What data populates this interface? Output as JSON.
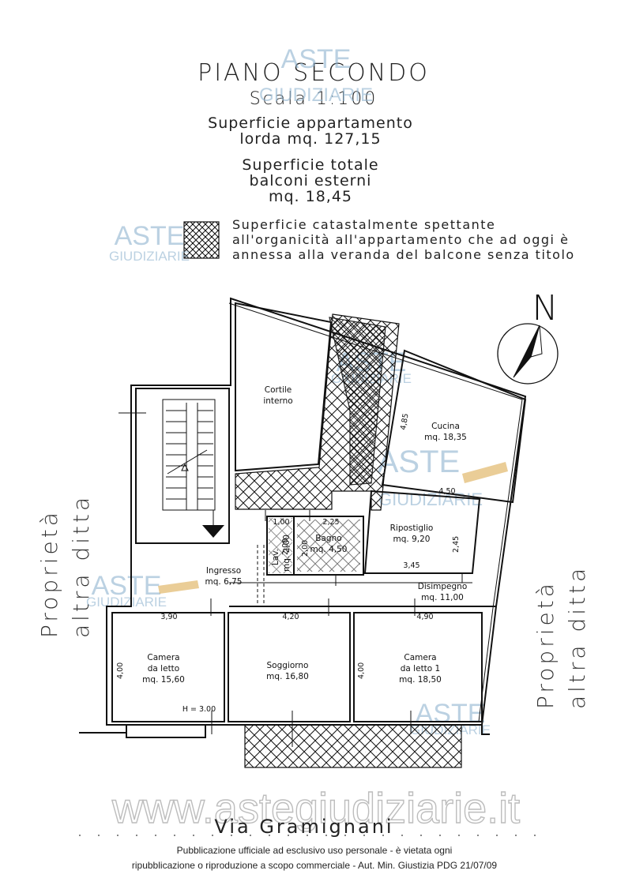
{
  "header": {
    "title": "PIANO SECONDO",
    "scale": "Scala 1:100",
    "surface_line1": "Superficie appartamento",
    "surface_line2": "lorda mq. 127,15",
    "balcony_line1": "Superficie totale",
    "balcony_line2": "balconi esterni",
    "balcony_line3": "mq. 18,45"
  },
  "legend": {
    "line1": "Superficie catastalmente spettante",
    "line2": "all'organicità all'appartamento che ad oggi è",
    "line3": "annessa alla veranda del balcone senza titolo"
  },
  "rooms": {
    "cortile": {
      "name": "Cortile",
      "name2": "interno"
    },
    "cucina": {
      "name": "Cucina",
      "area": "mq. 18,35"
    },
    "ripostiglio": {
      "name": "Ripostiglio",
      "area": "mq. 9,20"
    },
    "bagno": {
      "name": "Bagno",
      "area": "mq. 4,50"
    },
    "lav": {
      "name": "Lav.",
      "area": "mq. 2,00"
    },
    "ingresso": {
      "name": "Ingresso",
      "area": "mq. 6,75"
    },
    "disimpegno": {
      "name": "Disimpegno",
      "area": "mq. 11,00"
    },
    "camera1": {
      "name": "Camera",
      "name2": "da letto",
      "area": "mq. 15,60"
    },
    "soggiorno": {
      "name": "Soggiorno",
      "area": "mq. 16,80"
    },
    "camera2": {
      "name": "Camera",
      "name2": "da letto 1",
      "area": "mq. 18,50"
    }
  },
  "dimensions": {
    "d_485": "4,85",
    "d_450": "4,50",
    "d_245": "2,45",
    "d_345": "3,45",
    "d_100": "1,00",
    "d_225": "2,25",
    "d_200a": "2,00",
    "d_200b": "2,00",
    "d_390": "3,90",
    "d_420": "4,20",
    "d_490": "4,90",
    "d_400a": "4,00",
    "d_400b": "4,00",
    "height": "H = 3.00"
  },
  "labels": {
    "left_property_1": "Proprietà",
    "left_property_2": "altra ditta",
    "right_property_1": "Proprietà",
    "right_property_2": "altra ditta",
    "north": "N",
    "street": "Via Gramignani"
  },
  "watermark": {
    "brand": "ASTE",
    "brand_sub": "GIUDIZIARIE",
    "site": "www.astegiudiziarie.it"
  },
  "footer": {
    "line1": "Pubblicazione ufficiale ad esclusivo uso personale - è vietata ogni",
    "line2": "ripubblicazione o riproduzione a scopo commerciale - Aut. Min. Giustizia PDG 21/07/09"
  },
  "colors": {
    "ink": "#111111",
    "watermark_blue": "#8fb3cf",
    "watermark_gavel": "#d9a441"
  }
}
